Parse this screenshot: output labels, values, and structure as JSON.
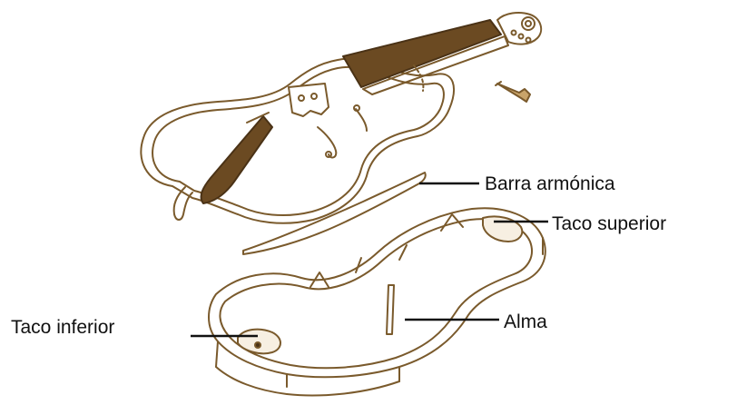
{
  "labels": {
    "bass_bar": "Barra armónica",
    "upper_block": "Taco superior",
    "sound_post": "Alma",
    "lower_block": "Taco inferior"
  },
  "icons": {
    "top_plate": "violin-top-plate-icon",
    "ribs": "violin-ribs-icon",
    "peg": "tuning-peg-icon"
  },
  "colors": {
    "outline": "#7a5a2c",
    "wood_dark": "#6b4a22",
    "leader_line": "#111111",
    "background": "#ffffff"
  }
}
